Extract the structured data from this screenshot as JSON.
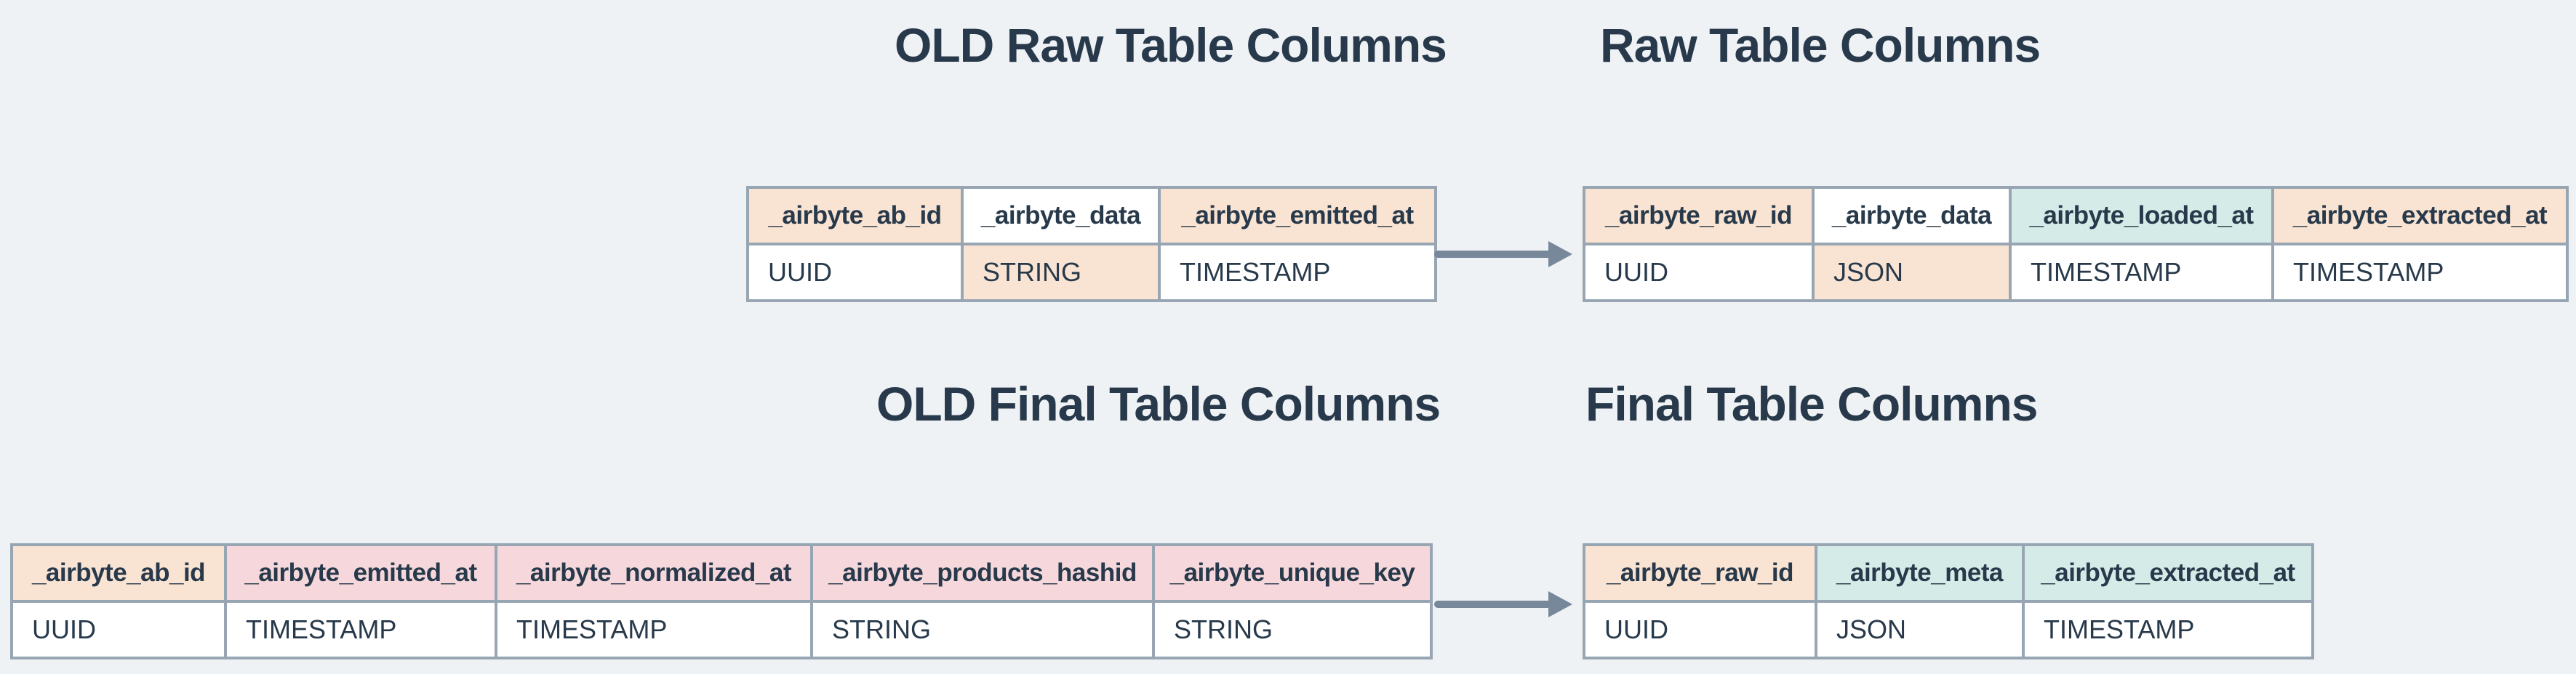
{
  "colors": {
    "background": "#eff2f5",
    "peach": "#f9e3d2",
    "pink": "#f6d8dc",
    "teal": "#d5ebe8",
    "white": "#ffffff",
    "border": "#98a6b3",
    "arrow": "#77889a",
    "text": "#27394a"
  },
  "tables": {
    "old_raw": {
      "title": "OLD Raw Table Columns",
      "columns": [
        {
          "name": "_airbyte_ab_id",
          "type": "UUID",
          "name_bg": "peach",
          "type_bg": "white"
        },
        {
          "name": "_airbyte_data",
          "type": "STRING",
          "name_bg": "white",
          "type_bg": "peach"
        },
        {
          "name": "_airbyte_emitted_at",
          "type": "TIMESTAMP",
          "name_bg": "peach",
          "type_bg": "white"
        }
      ]
    },
    "new_raw": {
      "title": "Raw Table Columns",
      "columns": [
        {
          "name": "_airbyte_raw_id",
          "type": "UUID",
          "name_bg": "peach",
          "type_bg": "white"
        },
        {
          "name": "_airbyte_data",
          "type": "JSON",
          "name_bg": "white",
          "type_bg": "peach"
        },
        {
          "name": "_airbyte_loaded_at",
          "type": "TIMESTAMP",
          "name_bg": "teal",
          "type_bg": "white"
        },
        {
          "name": "_airbyte_extracted_at",
          "type": "TIMESTAMP",
          "name_bg": "peach",
          "type_bg": "white"
        }
      ]
    },
    "old_final": {
      "title": "OLD Final Table Columns",
      "columns": [
        {
          "name": "_airbyte_ab_id",
          "type": "UUID",
          "name_bg": "peach",
          "type_bg": "white"
        },
        {
          "name": "_airbyte_emitted_at",
          "type": "TIMESTAMP",
          "name_bg": "pink",
          "type_bg": "white"
        },
        {
          "name": "_airbyte_normalized_at",
          "type": "TIMESTAMP",
          "name_bg": "pink",
          "type_bg": "white"
        },
        {
          "name": "_airbyte_products_hashid",
          "type": "STRING",
          "name_bg": "pink",
          "type_bg": "white"
        },
        {
          "name": "_airbyte_unique_key",
          "type": "STRING",
          "name_bg": "pink",
          "type_bg": "white"
        }
      ]
    },
    "new_final": {
      "title": "Final Table Columns",
      "columns": [
        {
          "name": "_airbyte_raw_id",
          "type": "UUID",
          "name_bg": "peach",
          "type_bg": "white"
        },
        {
          "name": "_airbyte_meta",
          "type": "JSON",
          "name_bg": "teal",
          "type_bg": "white"
        },
        {
          "name": "_airbyte_extracted_at",
          "type": "TIMESTAMP",
          "name_bg": "teal",
          "type_bg": "white"
        }
      ]
    }
  },
  "arrows": [
    {
      "name": "raw-tables-migration-arrow",
      "direction": "right"
    },
    {
      "name": "final-tables-migration-arrow",
      "direction": "right"
    }
  ]
}
